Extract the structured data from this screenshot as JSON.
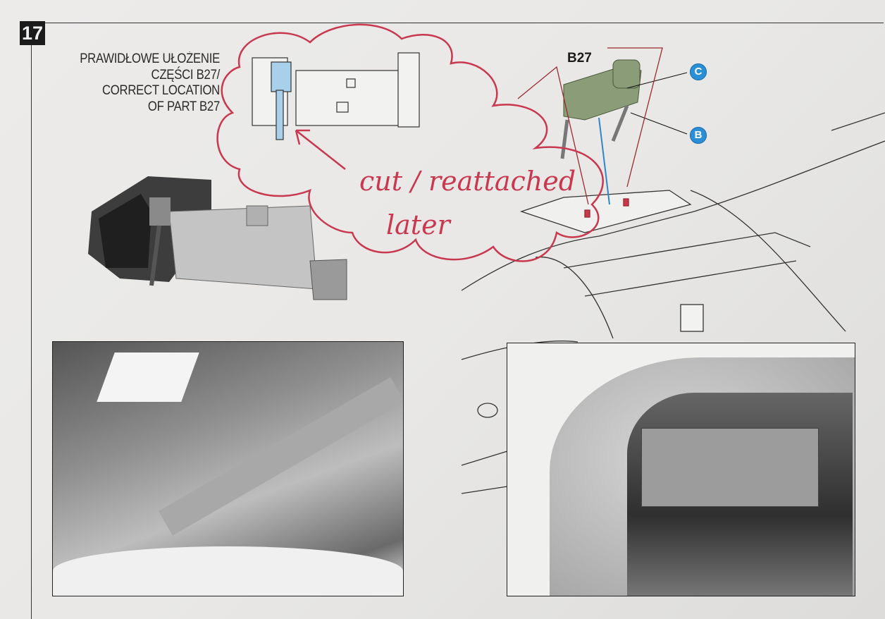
{
  "step": {
    "number": "17"
  },
  "caption": {
    "lines": [
      "PRAWIDŁOWE UŁOŻENIE",
      "CZĘŚCI B27/",
      "CORRECT LOCATION",
      "OF PART B27"
    ]
  },
  "part": {
    "label": "B27"
  },
  "callouts": [
    {
      "letter": "C",
      "color": "#2b8fd6"
    },
    {
      "letter": "B",
      "color": "#2b8fd6"
    }
  ],
  "annotation": {
    "lines": [
      "cut / reattached",
      "later"
    ],
    "color": "#c8384f"
  },
  "colors": {
    "part_green": "#8a9c78",
    "marker_red": "#c8384f",
    "arrow_blue": "#2f86c8"
  }
}
